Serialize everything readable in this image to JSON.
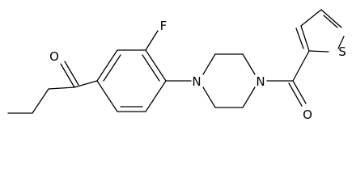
{
  "diagram": {
    "type": "chemical-structure",
    "atoms": {
      "carbonyl_oxygen_left": "O",
      "fluorine": "F",
      "piperazine_nitrogen_left": "N",
      "piperazine_nitrogen_right": "N",
      "carbonyl_oxygen_right": "O",
      "thiophene_sulfur": "S"
    },
    "colors": {
      "ink": "#000000",
      "background": "#ffffff"
    }
  }
}
